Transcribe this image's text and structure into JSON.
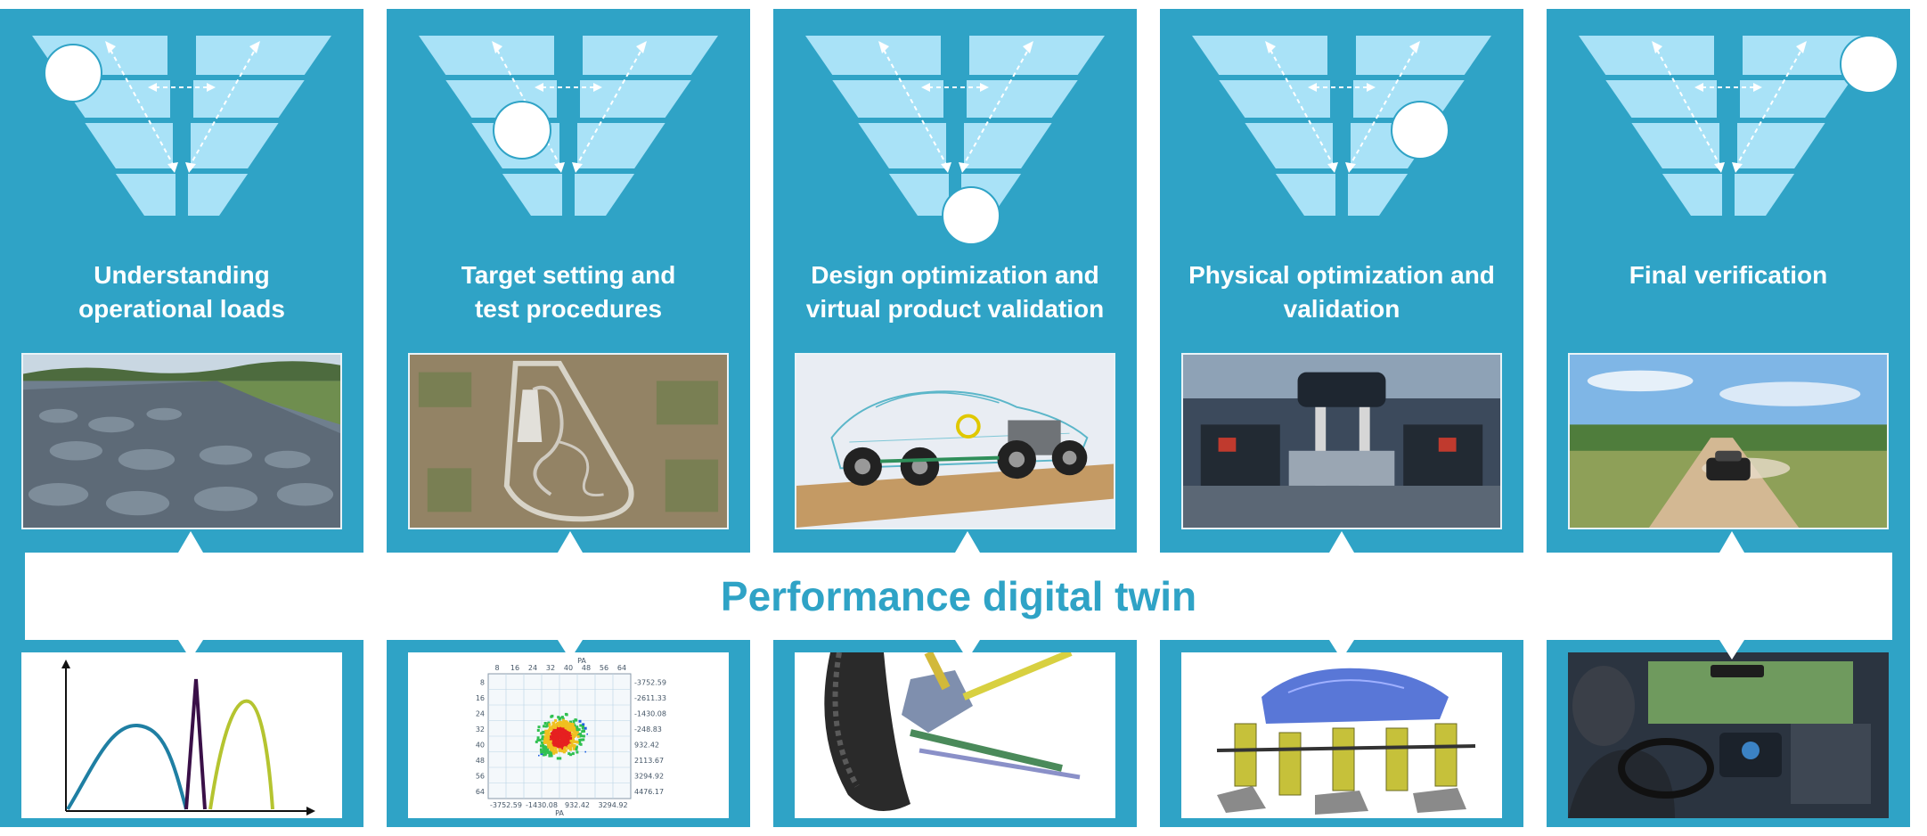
{
  "panels": [
    {
      "title": "Understanding\noperational loads",
      "stage": 0,
      "photo": "cobblestone-road-photo",
      "thumb": "load-spectrum-plot"
    },
    {
      "title": "Target setting and\ntest procedures",
      "stage": 1,
      "photo": "test-track-aerial-photo",
      "thumb": "scatter-density-plot"
    },
    {
      "title": "Design optimization and\nvirtual product validation",
      "stage": 2,
      "photo": "car-cad-model-render",
      "thumb": "suspension-cad-closeup"
    },
    {
      "title": "Physical optimization and\nvalidation",
      "stage": 3,
      "photo": "test-rig-lab-photo",
      "thumb": "rig-simulation-model"
    },
    {
      "title": "Final verification",
      "stage": 4,
      "photo": "offroad-car-photo",
      "thumb": "in-car-driver-photo"
    }
  ],
  "banner": {
    "label": "Performance digital twin"
  },
  "scatter_ticks": {
    "top": [
      "8",
      "16",
      "24",
      "32",
      "40",
      "48",
      "56",
      "64"
    ],
    "left": [
      "8",
      "16",
      "24",
      "32",
      "40",
      "48",
      "56",
      "64"
    ],
    "right": [
      "-3752.59",
      "-2611.33",
      "-1430.08",
      "-248.83",
      "932.42",
      "2113.67",
      "3294.92",
      "4476.17"
    ],
    "bottom": [
      "-3752.59",
      "-1430.08",
      "932.42",
      "3294.92"
    ],
    "x_unit": "PA",
    "y_unit": "PA"
  },
  "colors": {
    "panel": "#2fa3c6",
    "band": "#ffffff",
    "stripe": "#a9e2f7",
    "text": "#ffffff",
    "twin_text": "#2fa3c6"
  }
}
